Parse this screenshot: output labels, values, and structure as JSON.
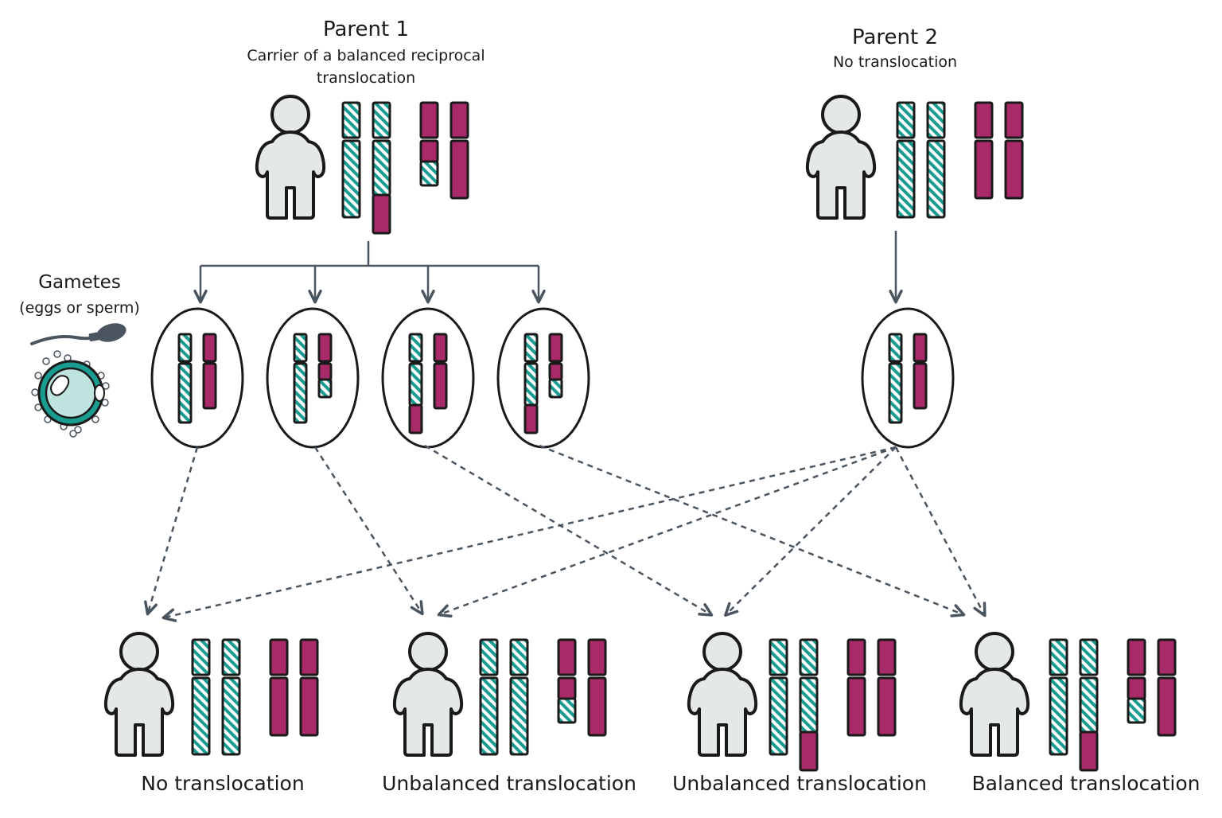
{
  "parent1": {
    "title": "Parent 1",
    "subtitle_line1": "Carrier of a balanced reciprocal",
    "subtitle_line2": "translocation"
  },
  "parent2": {
    "title": "Parent 2",
    "subtitle": "No translocation"
  },
  "gametes": {
    "title": "Gametes",
    "subtitle": "(eggs or sperm)"
  },
  "offspring": [
    {
      "label": "No translocation"
    },
    {
      "label": "Unbalanced translocation"
    },
    {
      "label": "Unbalanced translocation"
    },
    {
      "label": "Balanced translocation"
    }
  ],
  "colors": {
    "teal": "#1a9c91",
    "magenta": "#a82a68",
    "person": "#e4e8e6",
    "outline": "#1a1a1a",
    "arrow": "#4a5560"
  }
}
